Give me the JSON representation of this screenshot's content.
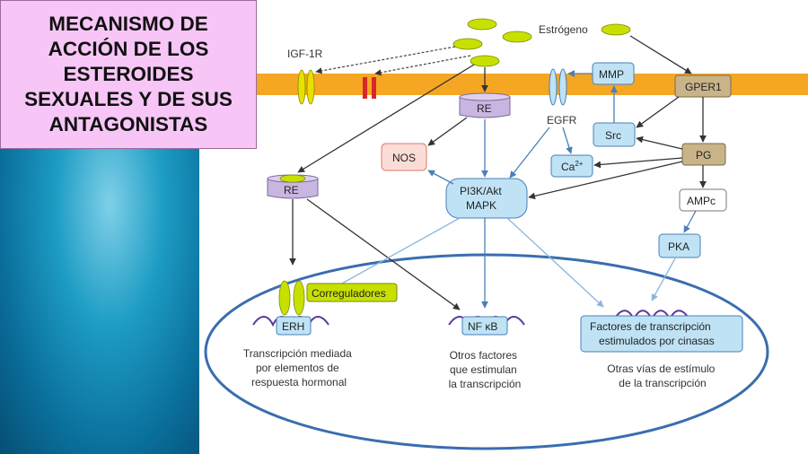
{
  "title": "MECANISMO DE\nACCIÓN DE LOS\nESTEROIDES\nSEXUALES Y DE SUS\nANTAGONISTAS",
  "labels": {
    "estrogen": "Estrógeno",
    "igf1r": "IGF-1R",
    "mmp": "MMP",
    "gper1": "GPER1",
    "egfr": "EGFR",
    "re_membrane": "RE",
    "nos": "NOS",
    "src": "Src",
    "pg": "PG",
    "ca_base": "Ca",
    "ca_sup": "2+",
    "pi3k_line1": "PI3K/Akt",
    "pi3k_line2": "MAPK",
    "re_cytoplasm": "RE",
    "ampc": "AMPc",
    "pka": "PKA",
    "coregulators": "Correguladores",
    "erh": "ERH",
    "nfkb": "NF κB",
    "tf_line1": "Factores de transcripción",
    "tf_line2": "estimulados por cinasas",
    "caption1": [
      "Transcripción mediada",
      "por elementos de",
      "respuesta hormonal"
    ],
    "caption2": [
      "Otros factores",
      "que estimulan",
      "la transcripción"
    ],
    "caption3": [
      "Otras vías de estímulo",
      "de la transcripción"
    ]
  },
  "colors": {
    "membrane": "#f5a623",
    "estrogen_fill": "#c8e000",
    "blue_box": "#bfe3f5",
    "nos_box": "#fbdcd6",
    "brown_box": "#c9b48a",
    "receptor_purple": "#c9b6e0",
    "nucleus_stroke": "#3a6db0",
    "igf1r_receptor": "#e8e000",
    "red_receptor": "#d9262a"
  }
}
